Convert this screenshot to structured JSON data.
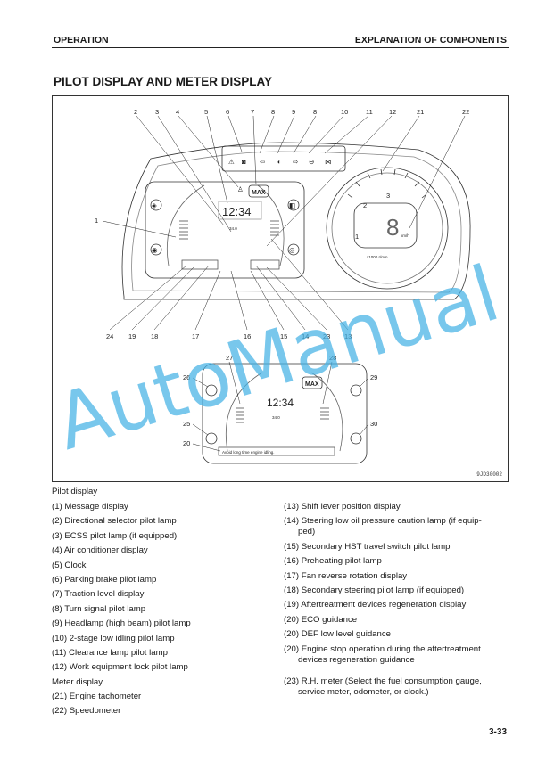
{
  "header": {
    "section": "OPERATION",
    "chapter": "EXPLANATION OF COMPONENTS"
  },
  "title": "PILOT DISPLAY AND METER DISPLAY",
  "figure": {
    "callouts_top": [
      "2",
      "3",
      "4",
      "5",
      "6",
      "7",
      "8",
      "9",
      "8",
      "10",
      "11",
      "12",
      "21",
      "22"
    ],
    "callouts_bottom": [
      "24",
      "19",
      "18",
      "17",
      "16",
      "15",
      "14",
      "23",
      "13"
    ],
    "callout_left": "1",
    "callouts_lower": [
      "27",
      "28",
      "26",
      "29",
      "25",
      "30",
      "20"
    ],
    "clock_text": "12:34",
    "max_text": "MAX",
    "speed_unit": "km/h",
    "rpm_unit": "x1000 r/min",
    "digit": "8",
    "tach_marks": [
      "1",
      "2",
      "3"
    ],
    "small_readout": "34.0",
    "message_text": "Avoid long time engine idling.",
    "code": "9JD30002"
  },
  "caption": "Pilot display",
  "left_items": [
    "(1) Message display",
    "(2) Directional selector pilot lamp",
    "(3) ECSS pilot lamp (if equipped)",
    "(4) Air conditioner display",
    "(5) Clock",
    "(6) Parking brake pilot lamp",
    "(7) Traction level display",
    "(8) Turn signal pilot lamp",
    "(9) Headlamp (high beam) pilot lamp",
    "(10) 2-stage low idling pilot lamp",
    "(11) Clearance lamp pilot lamp",
    "(12) Work equipment lock pilot lamp",
    "Meter display",
    "(21) Engine tachometer",
    "(22) Speedometer"
  ],
  "right_items": [
    "(13) Shift lever position display",
    "(14) Steering low oil pressure caution lamp (if equip-",
    "ped)",
    "(15) Secondary HST travel switch pilot lamp",
    "(16) Preheating pilot lamp",
    "(17) Fan reverse rotation display",
    "(18) Secondary steering pilot lamp (if equipped)",
    "(19) Aftertreatment devices regeneration display",
    "(20) ECO guidance",
    "(20) DEF low level guidance",
    "(20) Engine stop operation during the aftertreatment",
    "devices regeneration guidance",
    "(23) R.H. meter (Select the fuel consumption gauge,",
    "service meter, odometer, or clock.)"
  ],
  "watermark": "AutoManual",
  "page_number": "3-33"
}
